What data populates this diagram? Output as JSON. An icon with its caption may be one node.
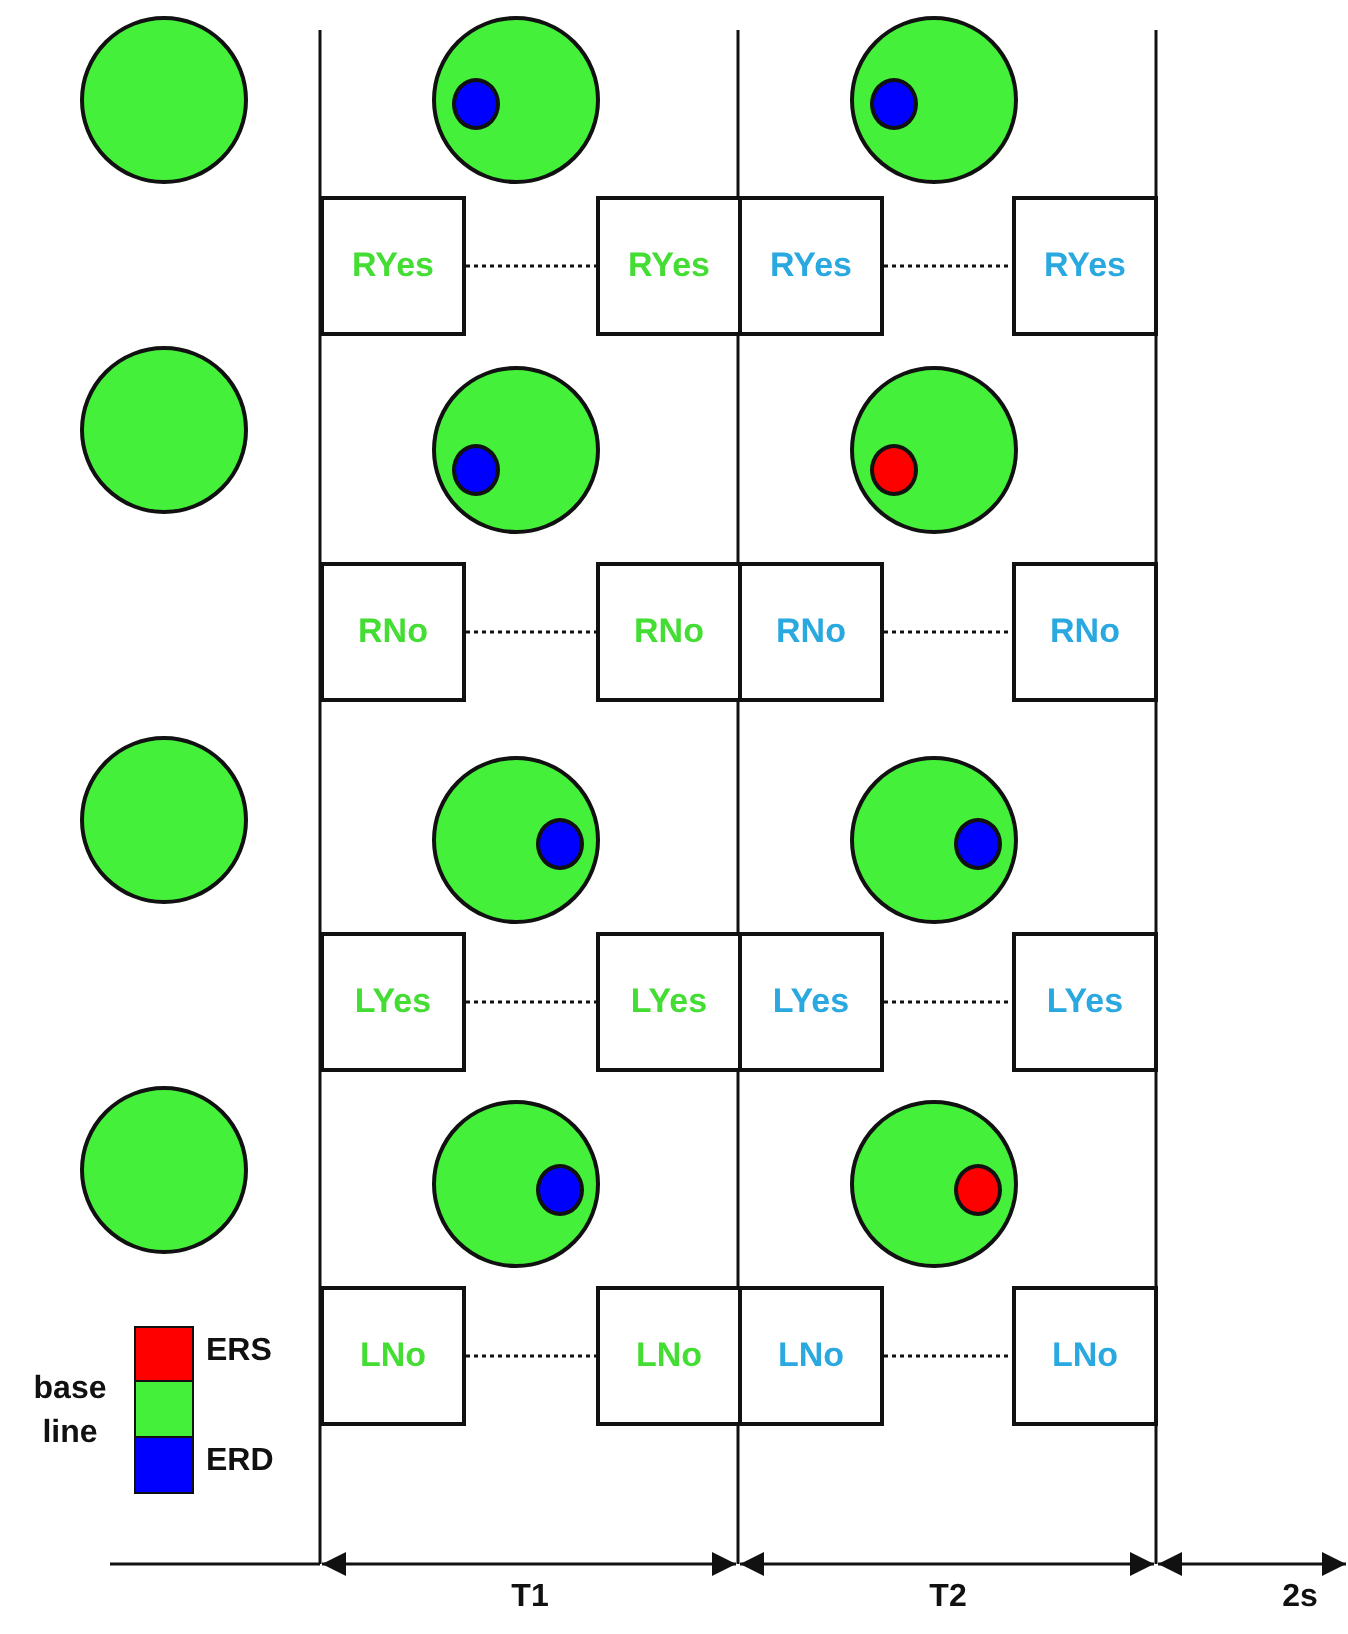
{
  "diagram": {
    "nodes": [
      {
        "text": [],
        "shape": "circle"
      },
      {
        "text": [],
        "shape": "circle"
      },
      {
        "text": [],
        "shape": "circle",
        "in": 1
      },
      {
        "text": [],
        "shape": "circle"
      },
      {
        "text": [],
        "shape": "circle",
        "in": 3
      },
      {
        "text": [
          "RYes"
        ]
      },
      {
        "text": [
          "RYes"
        ]
      },
      {
        "text": [
          "RYes"
        ]
      },
      {
        "text": [
          "RYes"
        ]
      },
      {
        "text": [],
        "shape": "circle"
      },
      {
        "text": [],
        "shape": "circle"
      },
      {
        "text": [],
        "shape": "circle",
        "in": 10
      },
      {
        "text": [],
        "shape": "circle"
      },
      {
        "text": [],
        "shape": "circle",
        "in": 12
      },
      {
        "text": [
          "RNo"
        ]
      },
      {
        "text": [
          "RNo"
        ]
      },
      {
        "text": [
          "RNo"
        ]
      },
      {
        "text": [
          "RNo"
        ]
      },
      {
        "text": [],
        "shape": "circle"
      },
      {
        "text": [],
        "shape": "circle"
      },
      {
        "text": [],
        "shape": "circle",
        "in": 19
      },
      {
        "text": [],
        "shape": "circle"
      },
      {
        "text": [],
        "shape": "circle",
        "in": 21
      },
      {
        "text": [
          "LYes"
        ]
      },
      {
        "text": [
          "LYes"
        ]
      },
      {
        "text": [
          "LYes"
        ]
      },
      {
        "text": [
          "LYes"
        ]
      },
      {
        "text": [],
        "shape": "circle"
      },
      {
        "text": [],
        "shape": "circle"
      },
      {
        "text": [],
        "shape": "circle",
        "in": 28
      },
      {
        "text": [],
        "shape": "circle"
      },
      {
        "text": [],
        "shape": "circle",
        "in": 30
      },
      {
        "text": [
          "LNo"
        ]
      },
      {
        "text": [
          "LNo"
        ]
      },
      {
        "text": [
          "LNo"
        ]
      },
      {
        "text": [
          "LNo"
        ]
      }
    ],
    "edges": [
      {
        "from": 5,
        "to": 6,
        "arrow": "none",
        "style": "dashed"
      },
      {
        "from": 7,
        "to": 8,
        "arrow": "none",
        "style": "dashed"
      },
      {
        "from": 14,
        "to": 15,
        "arrow": "none",
        "style": "dashed"
      },
      {
        "from": 16,
        "to": 17,
        "arrow": "none",
        "style": "dashed"
      },
      {
        "from": 23,
        "to": 24,
        "arrow": "none",
        "style": "dashed"
      },
      {
        "from": 25,
        "to": 26,
        "arrow": "none",
        "style": "dashed"
      },
      {
        "from": 32,
        "to": 33,
        "arrow": "none",
        "style": "dashed"
      },
      {
        "from": 34,
        "to": 35,
        "arrow": "none",
        "style": "dashed"
      }
    ],
    "labels": [
      "T1",
      "T2",
      "2s"
    ],
    "legend": [
      {
        "text": "ERS",
        "color": "#ff0000"
      },
      {
        "text": "base line",
        "color": "#44f03a"
      },
      {
        "text": "ERD",
        "color": "#0000ff"
      }
    ]
  }
}
